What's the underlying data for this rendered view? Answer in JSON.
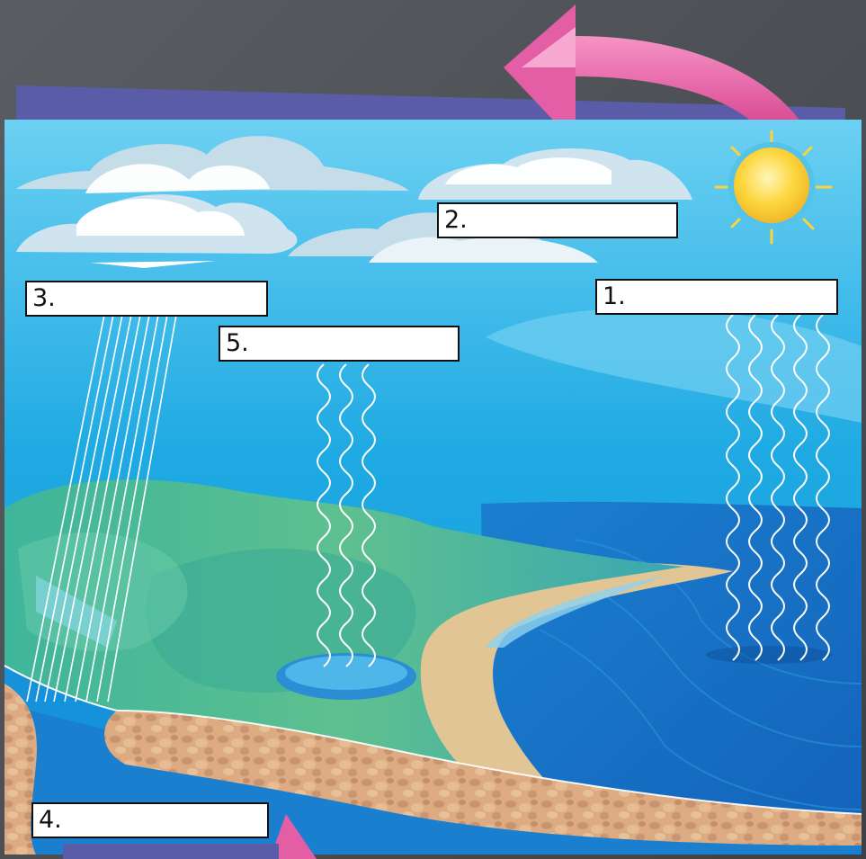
{
  "diagram": {
    "labels": [
      {
        "number": "1."
      },
      {
        "number": "2."
      },
      {
        "number": "3."
      },
      {
        "number": "4."
      },
      {
        "number": "5."
      }
    ]
  },
  "colors": {
    "background": "#4a4e52",
    "sky": "#1aa4df",
    "back_panel": "#5a5ca8",
    "arrow": "#e8559e",
    "sun": "#fbd43a",
    "land": "#45b4a0",
    "sand": "#e2c595",
    "ocean": "#1a78c8",
    "ground": "#d9a87f"
  }
}
